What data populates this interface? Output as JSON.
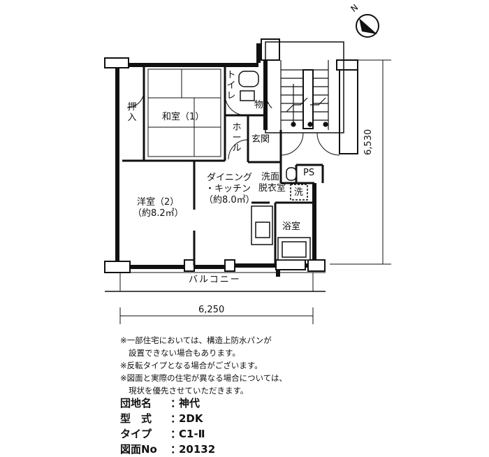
{
  "rooms": {
    "washitsu": "和室（1）",
    "oshiire": "押入",
    "yoshitsu_name": "洋室（2）",
    "yoshitsu_area": "（約8.2㎡）",
    "dining_line1": "ダイニング",
    "dining_line2": "・キッチン",
    "dining_area": "（約8.0㎡）",
    "toilet": "トイレ",
    "hall": "ホール",
    "monoire": "物入",
    "genkan": "玄関",
    "datsuijo_line1": "洗面",
    "datsuijo_line2": "脱衣室",
    "ps": "PS",
    "sen": "洗",
    "yokushitsu": "浴室",
    "balcony": "バルコニー"
  },
  "dimensions": {
    "width": "6,250",
    "depth": "6,530"
  },
  "compass": {
    "label": "N",
    "icon": "north-arrow-icon"
  },
  "notes": [
    "※一部住宅においては、構造上防水パンが",
    "設置できない場合もあります。",
    "※反転タイプとなる場合がございます。",
    "※図面と実際の住宅が異なる場合については、",
    "現状を優先させていただきます。"
  ],
  "info": {
    "danchi_label": "団地名",
    "danchi_value": "神代",
    "kata_label": "型　式",
    "kata_value": "2DK",
    "type_label": "タイプ",
    "type_value": "C1-Ⅱ",
    "zumen_label": "図面No",
    "zumen_value": "20132"
  }
}
